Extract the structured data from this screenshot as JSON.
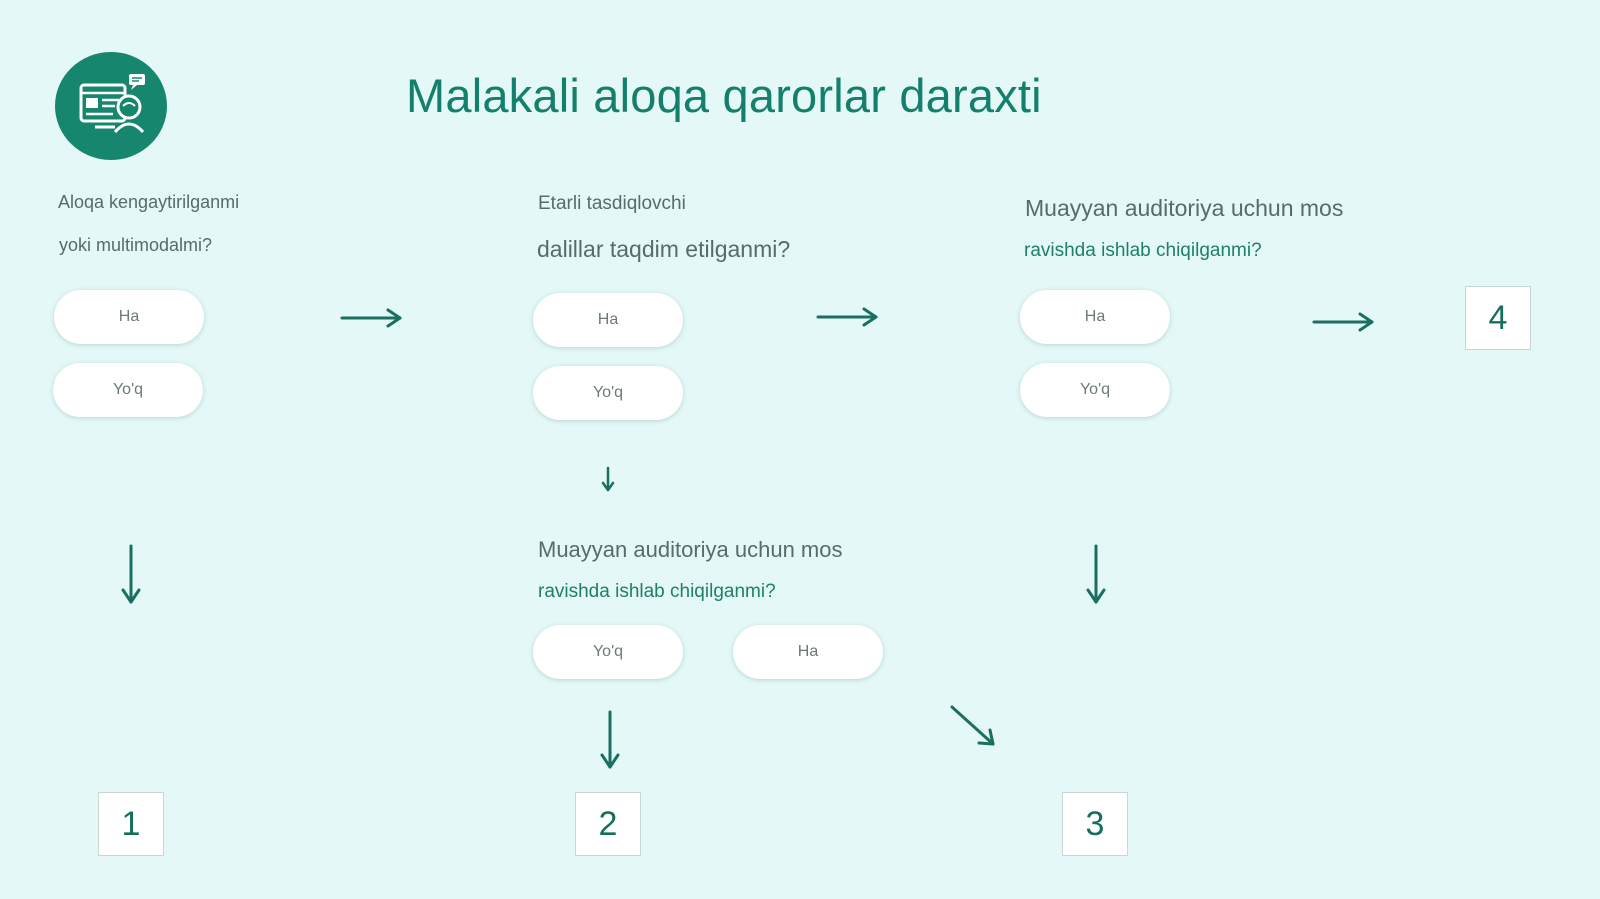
{
  "title": "Malakali aloqa qarorlar daraxti",
  "colors": {
    "background": "#e3f8f7",
    "accent": "#16866e",
    "arrow": "#1a6f60"
  },
  "logo": {
    "icon": "communication-screen-person-icon"
  },
  "question1": {
    "line1": "Aloqa kengaytirilganmi",
    "line2": "yoki multimodalmi?",
    "yes": "Ha",
    "no": "Yo'q"
  },
  "question2": {
    "line1": "Etarli tasdiqlovchi",
    "line2": "dalillar taqdim etilganmi?",
    "yes": "Ha",
    "no": "Yo'q"
  },
  "question3": {
    "line1": "Muayyan auditoriya uchun mos",
    "line2": "ravishda ishlab chiqilganmi?",
    "yes": "Ha",
    "no": "Yo'q"
  },
  "question4": {
    "line1": "Muayyan auditoriya uchun mos",
    "line2": "ravishda ishlab chiqilganmi?",
    "no": "Yo'q",
    "yes": "Ha"
  },
  "outcomes": [
    "1",
    "2",
    "3",
    "4"
  ]
}
